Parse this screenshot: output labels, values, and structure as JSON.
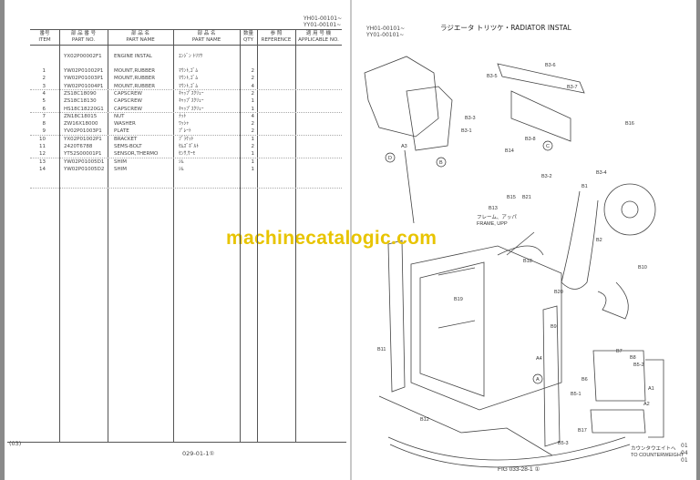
{
  "left_page": {
    "serial_lines": [
      "YH01-00101~",
      "YY01-00101~"
    ],
    "headers": [
      {
        "jp": "番号",
        "en": "ITEM"
      },
      {
        "jp": "部 品 番 号",
        "en": "PART NO."
      },
      {
        "jp": "部 品 名",
        "en": "PART NAME"
      },
      {
        "jp": "部 品 名",
        "en": "PART NAME"
      },
      {
        "jp": "数量",
        "en": "QTY"
      },
      {
        "jp": "参 照",
        "en": "REFERENCE"
      },
      {
        "jp": "適 用 号 機",
        "en": "APPLICABLE NO."
      }
    ],
    "assembly": {
      "part_no": "YX02P00002F1",
      "name_en": "ENGINE INSTAL",
      "name_jp": "ｴﾝｼﾞﾝ ﾄﾘﾂｹ"
    },
    "rows": [
      {
        "item": "1",
        "part_no": "YW02P01002P1",
        "name_en": "MOUNT,RUBBER",
        "name_jp": "ﾏｳﾝﾄ,ｺﾞﾑ",
        "qty": "2"
      },
      {
        "item": "2",
        "part_no": "YW02P01003P1",
        "name_en": "MOUNT,RUBBER",
        "name_jp": "ﾏｳﾝﾄ,ｺﾞﾑ",
        "qty": "2"
      },
      {
        "item": "3",
        "part_no": "YW02P01004P1",
        "name_en": "MOUNT,RUBBER",
        "name_jp": "ﾏｳﾝﾄ,ｺﾞﾑ",
        "qty": "4"
      },
      {
        "item": "4",
        "part_no": "ZS18C18090",
        "name_en": "CAPSCREW",
        "name_jp": "ｷｬｯﾌﾟｽｸﾘｭｰ",
        "qty": "2"
      },
      {
        "item": "5",
        "part_no": "ZS18C18130",
        "name_en": "CAPSCREW",
        "name_jp": "ｷｬｯﾌﾟｽｸﾘｭｰ",
        "qty": "1"
      },
      {
        "item": "6",
        "part_no": "HS18C18220G1",
        "name_en": "CAPSCREW",
        "name_jp": "ｷｬｯﾌﾟｽｸﾘｭｰ",
        "qty": "1"
      },
      {
        "item": "7",
        "part_no": "ZN18C18015",
        "name_en": "NUT",
        "name_jp": "ﾅｯﾄ",
        "qty": "4"
      },
      {
        "item": "8",
        "part_no": "ZW16X18000",
        "name_en": "WASHER",
        "name_jp": "ﾜｯｼｬ",
        "qty": "2"
      },
      {
        "item": "9",
        "part_no": "YV02P01003P1",
        "name_en": "PLATE",
        "name_jp": "ﾌﾟﾚｰﾄ",
        "qty": "2"
      },
      {
        "item": "10",
        "part_no": "YX02P01002P1",
        "name_en": "BRACKET",
        "name_jp": "ﾌﾞﾗｹｯﾄ",
        "qty": "1"
      },
      {
        "item": "11",
        "part_no": "2420T6788",
        "name_en": "SEMS-BOLT",
        "name_jp": "ｾﾑｽﾞﾎﾞﾙﾄ",
        "qty": "2"
      },
      {
        "item": "12",
        "part_no": "YT52S00001P1",
        "name_en": "SENSOR,THERMO",
        "name_jp": "ｾﾝｻ,ｻｰﾓ",
        "qty": "1"
      },
      {
        "item": "13",
        "part_no": "YW02P01005D1",
        "name_en": "SHIM",
        "name_jp": "ｼﾑ",
        "qty": "1"
      },
      {
        "item": "14",
        "part_no": "YW02P01005D2",
        "name_en": "SHIM",
        "name_jp": "ｼﾑ",
        "qty": "1"
      }
    ],
    "footer_code": "(03)",
    "page_number": "029-01-1①"
  },
  "right_page": {
    "serial_lines": [
      "YH01-00101~",
      "YY01-00101~"
    ],
    "title": "ラジエータ トリツケ・RADIATOR INSTAL",
    "frame_label_jp": "フレーム、アッパ",
    "frame_label_en": "FRAME, UPP",
    "counterweight_jp": "カウンタウエイトへ",
    "counterweight_en": "TO COUNTERWEIGHT",
    "callouts": [
      "B3-5",
      "B3-6",
      "B3-7",
      "B3-2",
      "B3-3",
      "B3-8",
      "B3-1",
      "B3-4",
      "B14",
      "B16",
      "B15",
      "B21",
      "B13",
      "B18",
      "B20",
      "B19",
      "B1",
      "B2",
      "B10",
      "B11",
      "B9",
      "B12",
      "B5-3",
      "B7",
      "B8",
      "B5-2",
      "B6",
      "B5-1",
      "B17",
      "A1",
      "A2",
      "A3",
      "A4",
      "A",
      "B",
      "C",
      "D"
    ],
    "figure_number": "FIG 033-28-1 ①",
    "side_codes": [
      "01",
      "04",
      "01"
    ]
  },
  "watermark": "machinecatalogic.com",
  "colors": {
    "watermark": "#e8c400",
    "scan_edge": "#8a8a8a"
  }
}
